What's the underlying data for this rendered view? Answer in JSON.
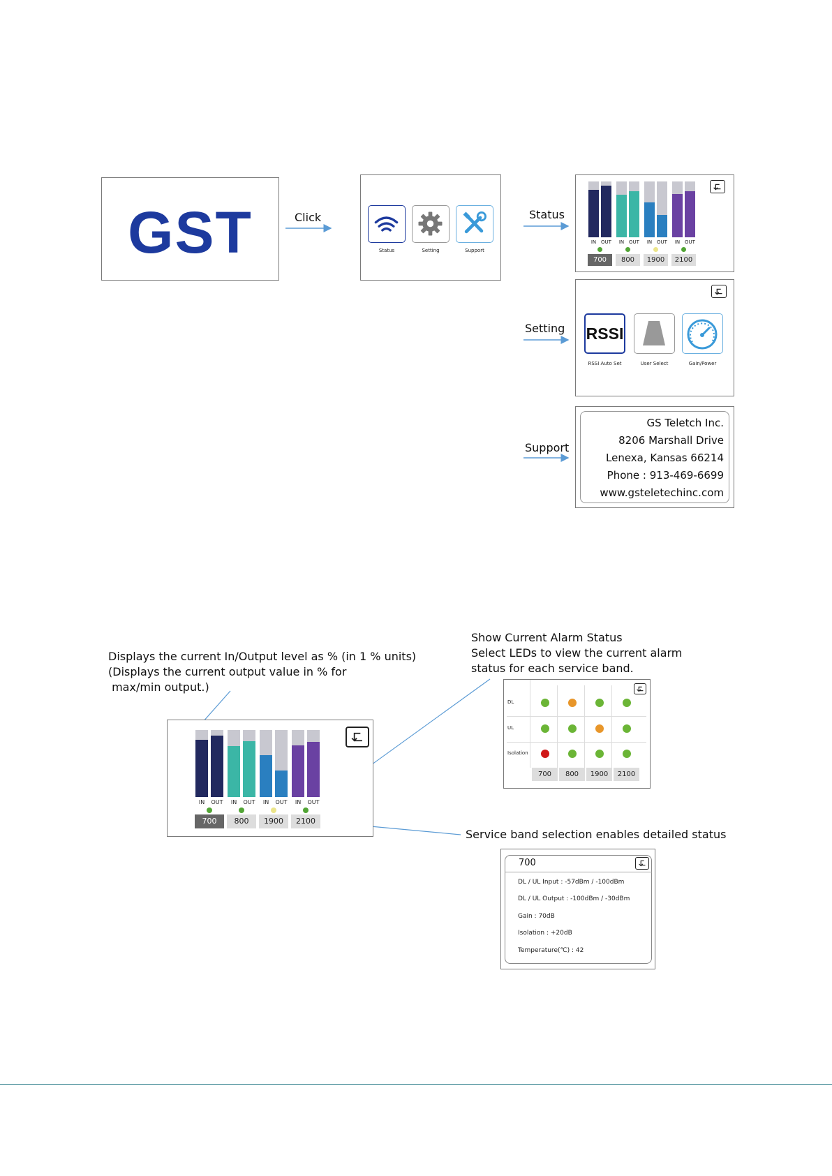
{
  "flow": {
    "logo_text": "GST",
    "click_label": "Click",
    "status_label": "Status",
    "setting_label": "Setting",
    "support_label": "Support"
  },
  "main_menu": {
    "items": [
      {
        "label": "Status",
        "icon": "wifi-icon"
      },
      {
        "label": "Setting",
        "icon": "gear-icon"
      },
      {
        "label": "Support",
        "icon": "tools-icon"
      }
    ]
  },
  "status_screen": {
    "io_in": "IN",
    "io_out": "OUT",
    "bands": [
      {
        "band": "700",
        "selected": true,
        "in_level": 85,
        "out_level": 92,
        "color": "#22295f",
        "led": "#52a535"
      },
      {
        "band": "800",
        "selected": false,
        "in_level": 76,
        "out_level": 83,
        "color": "#3bb6a6",
        "led": "#52a535"
      },
      {
        "band": "1900",
        "selected": false,
        "in_level": 62,
        "out_level": 40,
        "color": "#2a7fc0",
        "led": "#ece58a"
      },
      {
        "band": "2100",
        "selected": false,
        "in_level": 77,
        "out_level": 82,
        "color": "#6a41a2",
        "led": "#52a535"
      }
    ],
    "track_color": "#c8c8d0"
  },
  "setting_screen": {
    "items": [
      {
        "label": "RSSI Auto Set",
        "icon_text": "RSSI"
      },
      {
        "label": "User Select",
        "icon": "trapezoid-icon"
      },
      {
        "label": "Gain/Power",
        "icon": "gauge-icon"
      }
    ]
  },
  "support_screen": {
    "lines": [
      "GS Teletch Inc.",
      "8206 Marshall Drive",
      "Lenexa, Kansas 66214",
      "Phone : 913-469-6699",
      "www.gsteletechinc.com"
    ]
  },
  "annotations": {
    "level": [
      "Displays the current In/Output level as % (in 1 % units)",
      "(Displays the current output value in % for",
      " max/min output.)"
    ],
    "alarm": [
      "Show Current Alarm Status",
      "Select LEDs to view the current alarm",
      "status for each service band."
    ],
    "band_select": "Service band selection enables detailed status"
  },
  "alarm_screen": {
    "rows": [
      {
        "label": "DL",
        "leds": [
          "#6bb536",
          "#e8962a",
          "#6bb536",
          "#6bb536"
        ]
      },
      {
        "label": "UL",
        "leds": [
          "#6bb536",
          "#6bb536",
          "#e8962a",
          "#6bb536"
        ]
      },
      {
        "label": "Isolation",
        "leds": [
          "#d01818",
          "#6bb536",
          "#6bb536",
          "#6bb536"
        ]
      }
    ],
    "bands": [
      "700",
      "800",
      "1900",
      "2100"
    ]
  },
  "detail_screen": {
    "title": "700",
    "lines": [
      "DL / UL Input : -57dBm / -100dBm",
      "DL / UL Output : -100dBm /  -30dBm",
      "Gain : 70dB",
      "Isolation : +20dB",
      "Temperature(℃) : 42"
    ]
  },
  "colors": {
    "logo_blue": "#1d3a9e",
    "arrow_blue": "#5b9bd5",
    "rssi_border": "#1d3a9e",
    "support_icon": "#3a9ad9"
  }
}
